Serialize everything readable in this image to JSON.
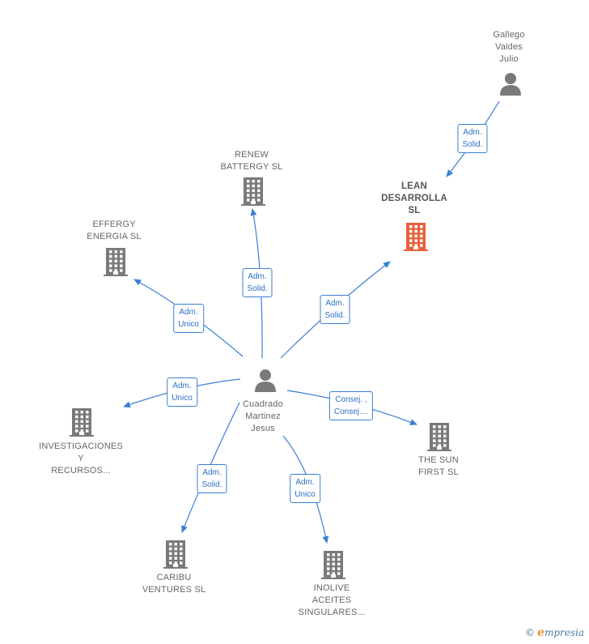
{
  "colors": {
    "edge": "#3a7fd5",
    "building": "#7a7a7a",
    "building_highlight": "#e8603c",
    "person": "#7a7a7a"
  },
  "nodes": [
    {
      "id": "gallego",
      "type": "person",
      "label": "Gallego\nValdes\nJulio"
    },
    {
      "id": "lean",
      "type": "company",
      "highlight": true,
      "label": "LEAN\nDESARROLLA\nSL"
    },
    {
      "id": "renew",
      "type": "company",
      "label": "RENEW\nBATTERGY  SL"
    },
    {
      "id": "effergy",
      "type": "company",
      "label": "EFFERGY\nENERGIA SL"
    },
    {
      "id": "cuadrado",
      "type": "person",
      "label": "Cuadrado\nMartinez\nJesus"
    },
    {
      "id": "investigaciones",
      "type": "company",
      "label": "INVESTIGACIONES\nY\nRECURSOS..."
    },
    {
      "id": "thesun",
      "type": "company",
      "label": "THE SUN\nFIRST  SL"
    },
    {
      "id": "caribu",
      "type": "company",
      "label": "CARIBU\nVENTURES  SL"
    },
    {
      "id": "inolive",
      "type": "company",
      "label": "INOLIVE\nACEITES\nSINGULARES..."
    }
  ],
  "edges": [
    {
      "from": "gallego",
      "to": "lean",
      "label": "Adm.\nSolid."
    },
    {
      "from": "cuadrado",
      "to": "renew",
      "label": "Adm.\nSolid."
    },
    {
      "from": "cuadrado",
      "to": "lean",
      "label": "Adm.\nSolid."
    },
    {
      "from": "cuadrado",
      "to": "effergy",
      "label": "Adm.\nUnico"
    },
    {
      "from": "cuadrado",
      "to": "investigaciones",
      "label": "Adm.\nUnico"
    },
    {
      "from": "cuadrado",
      "to": "thesun",
      "label": "Consej. ,\nConsej...."
    },
    {
      "from": "cuadrado",
      "to": "caribu",
      "label": "Adm.\nSolid."
    },
    {
      "from": "cuadrado",
      "to": "inolive",
      "label": "Adm.\nUnico"
    }
  ],
  "brand": {
    "copyright": "©",
    "initial": "e",
    "name": "mpresia"
  }
}
